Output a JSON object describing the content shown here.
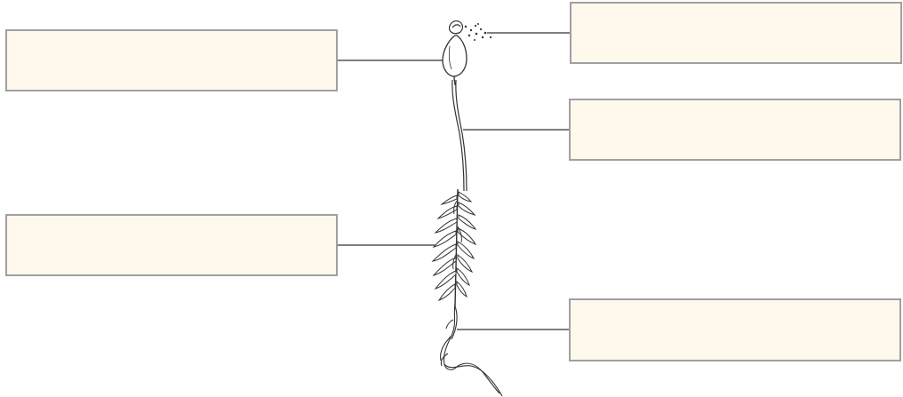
{
  "diagram": {
    "label_boxes": [
      {
        "id": "capsule",
        "text": ""
      },
      {
        "id": "spores",
        "text": ""
      },
      {
        "id": "seta",
        "text": ""
      },
      {
        "id": "leafy-shoot",
        "text": ""
      },
      {
        "id": "rhizoids",
        "text": ""
      }
    ],
    "colors": {
      "box_fill": "#fff8ec",
      "box_border": "#a0a0a0",
      "line": "#333333"
    }
  }
}
